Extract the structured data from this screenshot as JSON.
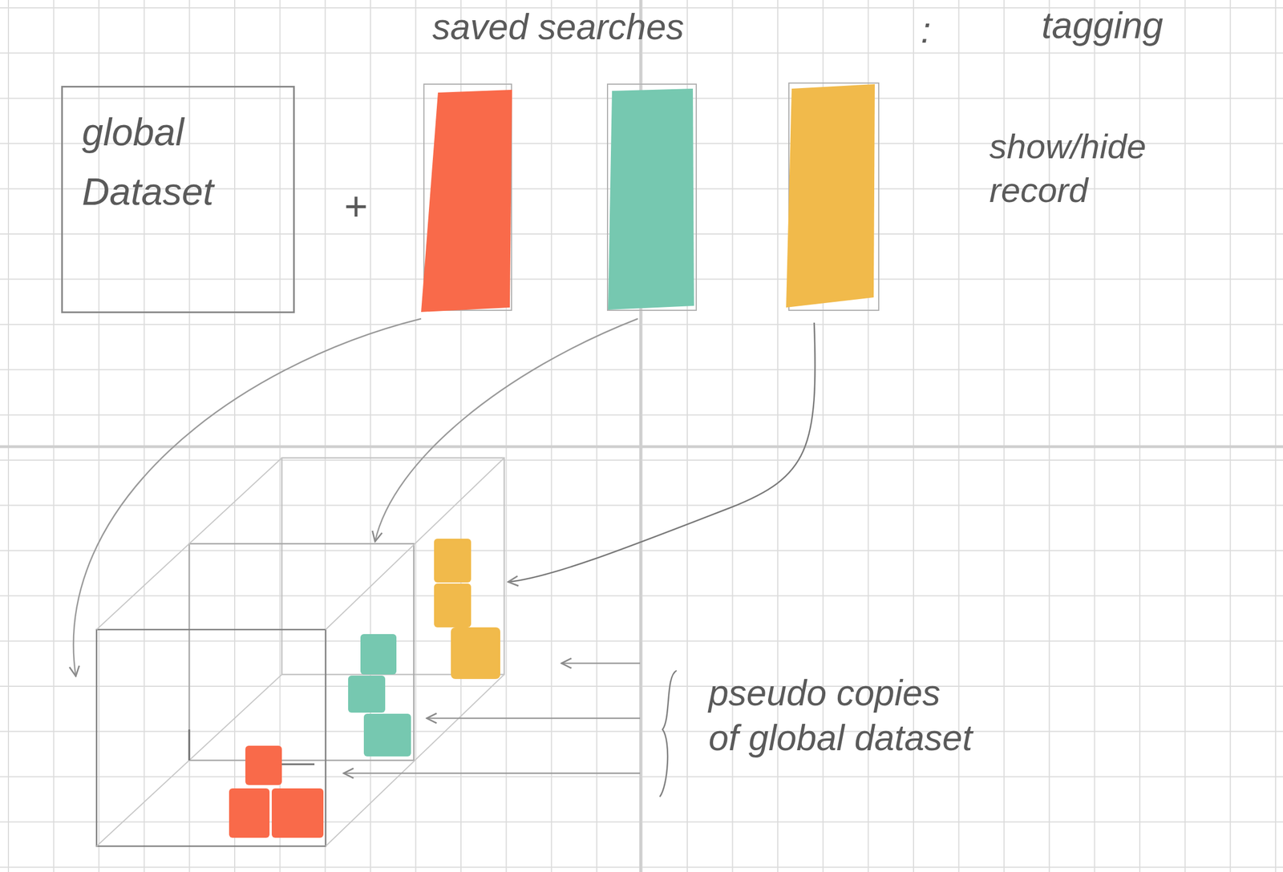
{
  "diagram": {
    "nodes": [
      {
        "text": [
          "global Dataset"
        ]
      }
    ],
    "labels": [
      "saved searches",
      ":",
      "tagging",
      "+",
      "show/hide record",
      "pseudo copies of global dataset"
    ]
  }
}
